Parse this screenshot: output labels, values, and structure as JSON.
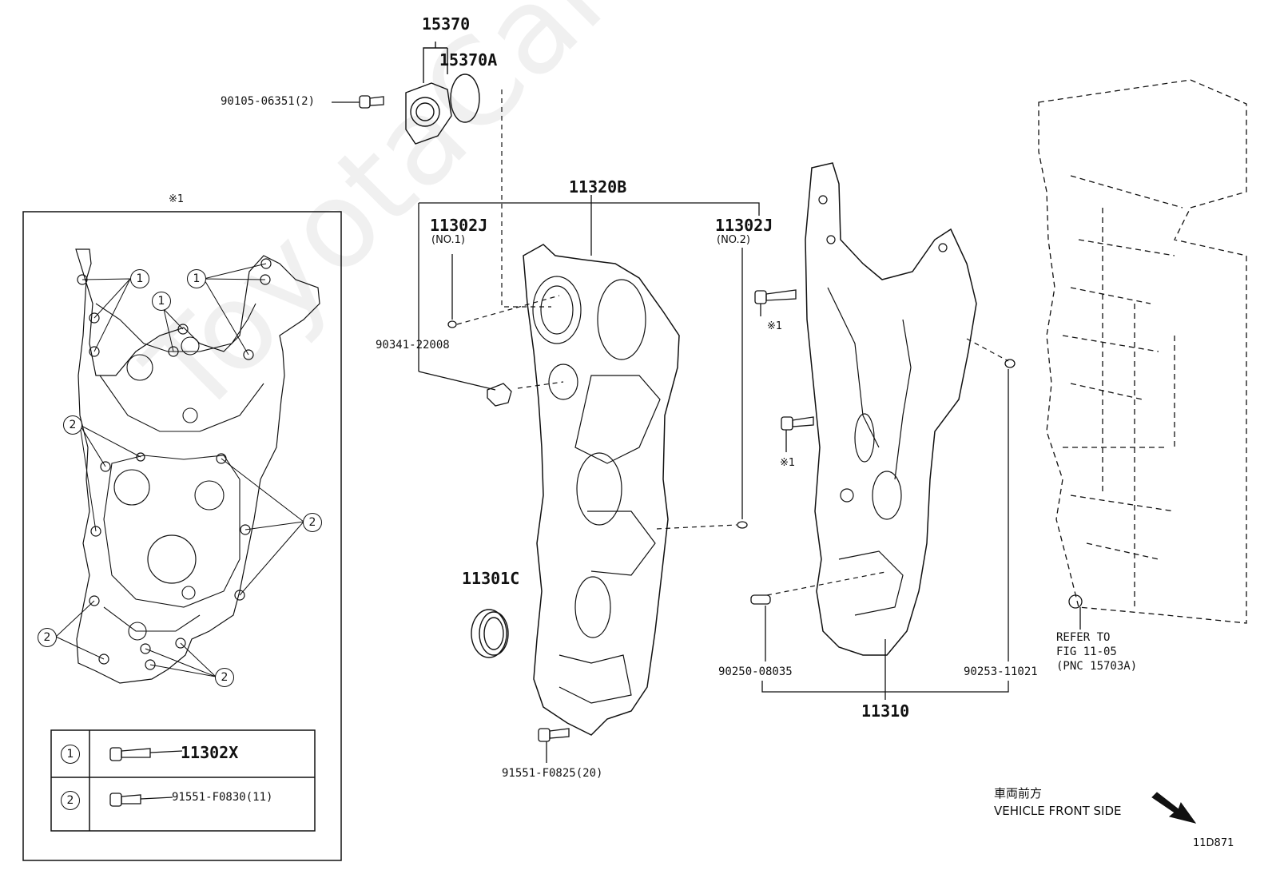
{
  "diagram_id": "11D871",
  "watermark": "ToyotaCarWiki.ru",
  "detail_box": {
    "note": "※1"
  },
  "legend": [
    {
      "mark": "1",
      "part": "11302X"
    },
    {
      "mark": "2",
      "part": "91551-F0830(11)"
    }
  ],
  "parts": {
    "p15370": "15370",
    "p15370A": "15370A",
    "bolt_15370": "90105-06351(2)",
    "p11320B": "11320B",
    "pin_no1_code": "11302J",
    "pin_no1_sub": "(NO.1)",
    "pin_no2_code": "11302J",
    "pin_no2_sub": "(NO.2)",
    "plug": "90341-22008",
    "seal": "11301C",
    "bolt_cover": "91551-F0825(20)",
    "stud_note_a": "※1",
    "stud_note_b": "※1",
    "pin_90250": "90250-08035",
    "pin_90253": "90253-11021",
    "p11310": "11310"
  },
  "reference": {
    "line1": "REFER TO",
    "line2": "FIG 11-05",
    "line3": "(PNC 15703A)"
  },
  "direction": {
    "jp": "車両前方",
    "en": "VEHICLE FRONT SIDE"
  }
}
